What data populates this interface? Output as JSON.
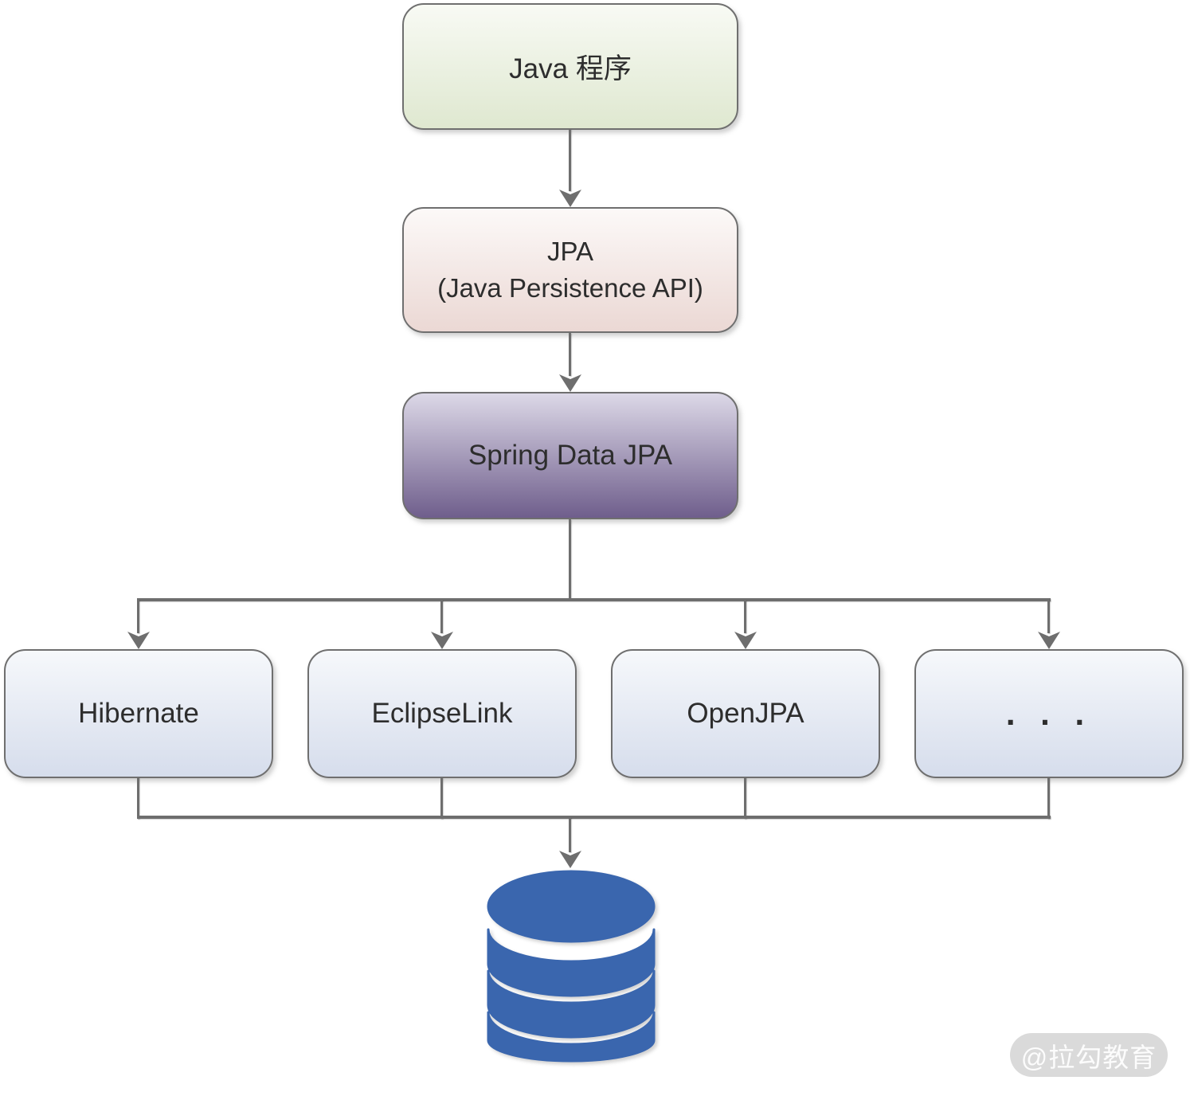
{
  "diagram": {
    "nodes": {
      "java_app": {
        "label": "Java 程序",
        "fill": "green"
      },
      "jpa": {
        "line1": "JPA",
        "line2": "(Java Persistence API)",
        "fill": "pink"
      },
      "spring_data_jpa": {
        "label": "Spring Data JPA",
        "fill": "purple"
      },
      "providers": [
        {
          "label": "Hibernate",
          "fill": "blue"
        },
        {
          "label": "EclipseLink",
          "fill": "blue"
        },
        {
          "label": "OpenJPA",
          "fill": "blue"
        },
        {
          "label": ". . .",
          "fill": "blue"
        }
      ],
      "database": {
        "type": "database-cylinder",
        "color": "#3a66ae"
      }
    },
    "edges": [
      {
        "from": "java_app",
        "to": "jpa"
      },
      {
        "from": "jpa",
        "to": "spring_data_jpa"
      },
      {
        "from": "spring_data_jpa",
        "to": "Hibernate"
      },
      {
        "from": "spring_data_jpa",
        "to": "EclipseLink"
      },
      {
        "from": "spring_data_jpa",
        "to": "OpenJPA"
      },
      {
        "from": "spring_data_jpa",
        "to": "..."
      },
      {
        "from": "Hibernate",
        "to": "database"
      },
      {
        "from": "EclipseLink",
        "to": "database"
      },
      {
        "from": "OpenJPA",
        "to": "database"
      },
      {
        "from": "...",
        "to": "database"
      }
    ],
    "colors": {
      "connector": "#6e6e6e",
      "node_border": "#6f6f6f",
      "database_blue": "#3a66ae"
    },
    "watermark": {
      "text": "@拉勾教育"
    }
  }
}
